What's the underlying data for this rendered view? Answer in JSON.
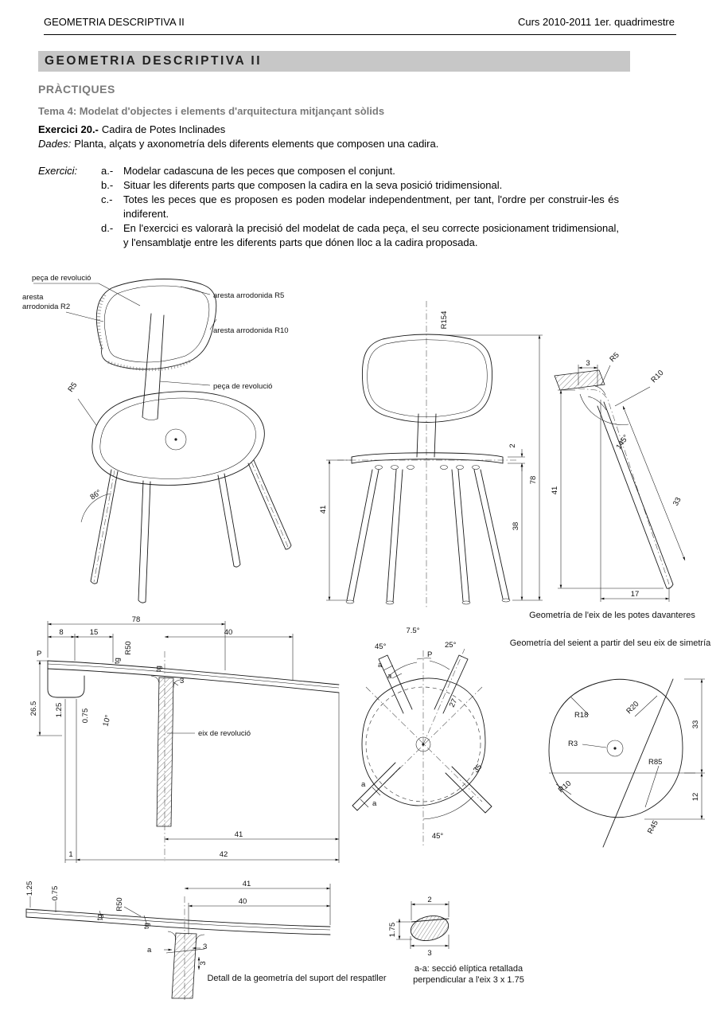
{
  "header": {
    "left": "GEOMETRIA DESCRIPTIVA II",
    "right": "Curs 2010-2011 1er. quadrimestre"
  },
  "title_bar": "GEOMETRIA DESCRIPTIVA II",
  "practiques": "PRÀCTIQUES",
  "tema": "Tema 4: Modelat d'objectes i elements d'arquitectura mitjançant sòlids",
  "exercise": {
    "number": "Exercici 20.-",
    "name": "Cadira de Potes Inclinades",
    "dades_label": "Dades:",
    "dades_text": "Planta, alçats y axonometría dels diferents elements que composen una cadira.",
    "list_label": "Exercici:",
    "items": [
      {
        "marker": "a.-",
        "text": "Modelar cadascuna de les peces que composen el conjunt."
      },
      {
        "marker": "b.-",
        "text": "Situar les diferents parts que composen la cadira en la seva posició tridimensional."
      },
      {
        "marker": "c.-",
        "text": "Totes les peces que es proposen es poden modelar independentment, per tant, l'ordre per construir-les és indiferent."
      },
      {
        "marker": "d.-",
        "text": "En l'exercici es valorarà la precisió del modelat de cada peça, el seu correcte posicionament tridimensional, y l'ensamblatje entre les diferents parts que dónen lloc a la cadira proposada."
      }
    ]
  },
  "axo": {
    "label_peca_top": "peça de revolució",
    "label_r2_line1": "aresta",
    "label_r2_line2": "arrodonida R2",
    "label_r5": "aresta arrodonida R5",
    "label_r10": "aresta arrodonida R10",
    "label_peca_mid": "peça de revolució",
    "dim_r5": "R5",
    "dim_86": "86°"
  },
  "front": {
    "dim_r154": "R154",
    "dim_78": "78",
    "dim_2": "2",
    "dim_38": "38",
    "dim_41": "41"
  },
  "leg": {
    "dim_3": "3",
    "dim_r5": "R5",
    "dim_r10": "R10",
    "dim_145": "145°",
    "dim_41": "41",
    "dim_33": "33",
    "dim_17": "17"
  },
  "captions": {
    "front_legs": "Geometría de l'eix de les potes davanteres",
    "seat": "Geometría del seient a partir del seu eix de simetría",
    "support_detail": "Detall de la geometría del suport del respatller",
    "ellipse_line1": "a-a: secció elíptica retallada",
    "ellipse_line2": "perpendicular a l'eix 3 x 1.75"
  },
  "section_view": {
    "dim_78": "78",
    "dim_8": "8",
    "dim_15": "15",
    "dim_40": "40",
    "label_p": "P",
    "dim_r50": "R50",
    "dim_tg": "tg",
    "dim_3": "3",
    "dim_10": "10°",
    "dim_26_5": "26.5",
    "dim_1_25": "1.25",
    "dim_0_75": "0.75",
    "label_eix": "eix de revolució",
    "dim_41": "41",
    "dim_1": "1",
    "dim_42": "42"
  },
  "plan": {
    "dim_7_5": "7.5°",
    "dim_45_top": "45°",
    "dim_25": "25°",
    "label_p": "P",
    "marker_a": "a",
    "dim_27": "27",
    "dim_35": "35",
    "dim_45_bottom": "45°"
  },
  "seat_geo": {
    "r18": "R18",
    "r20": "R20",
    "r3": "R3",
    "r85": "R85",
    "r10": "R10",
    "dim_33": "33",
    "dim_12": "12",
    "r45": "R45"
  },
  "detail": {
    "dim_1_25": "1.25",
    "dim_0_75": "0.75",
    "dim_tg": "tg",
    "dim_r50": "R50",
    "dim_41": "41",
    "dim_40": "40",
    "marker_a": "a",
    "dim_3": "3"
  },
  "ellipse": {
    "dim_2": "2",
    "dim_1_75": "1.75",
    "dim_3": "3"
  }
}
